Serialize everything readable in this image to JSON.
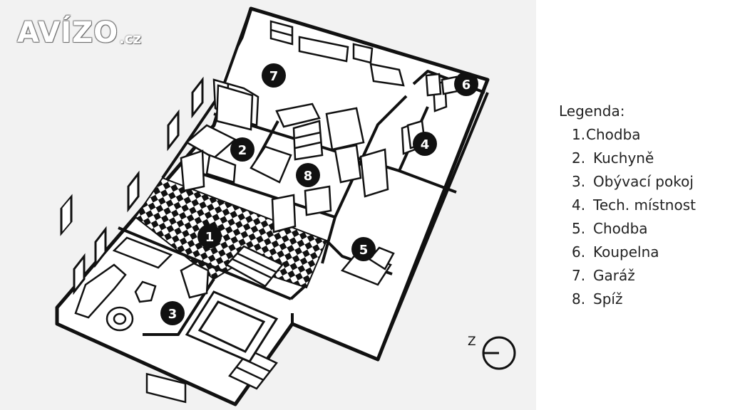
{
  "logo": {
    "main": "AVÍZO",
    "tld": ".cz"
  },
  "rooms": [
    {
      "number": "1"
    },
    {
      "number": "2"
    },
    {
      "number": "3"
    },
    {
      "number": "4"
    },
    {
      "number": "5"
    },
    {
      "number": "6"
    },
    {
      "number": "7"
    },
    {
      "number": "8"
    }
  ],
  "legend": {
    "title": "Legenda:",
    "items": [
      {
        "number": "1.",
        "label": "Chodba"
      },
      {
        "number": "2.",
        "label": "Kuchyně"
      },
      {
        "number": "3.",
        "label": "Obývací pokoj"
      },
      {
        "number": "4.",
        "label": "Tech. místnost"
      },
      {
        "number": "5.",
        "label": "Chodba"
      },
      {
        "number": "6.",
        "label": "Koupelna"
      },
      {
        "number": "7.",
        "label": "Garáž"
      },
      {
        "number": "8.",
        "label": "Spíž"
      }
    ]
  },
  "compass": {
    "label": "Z"
  }
}
